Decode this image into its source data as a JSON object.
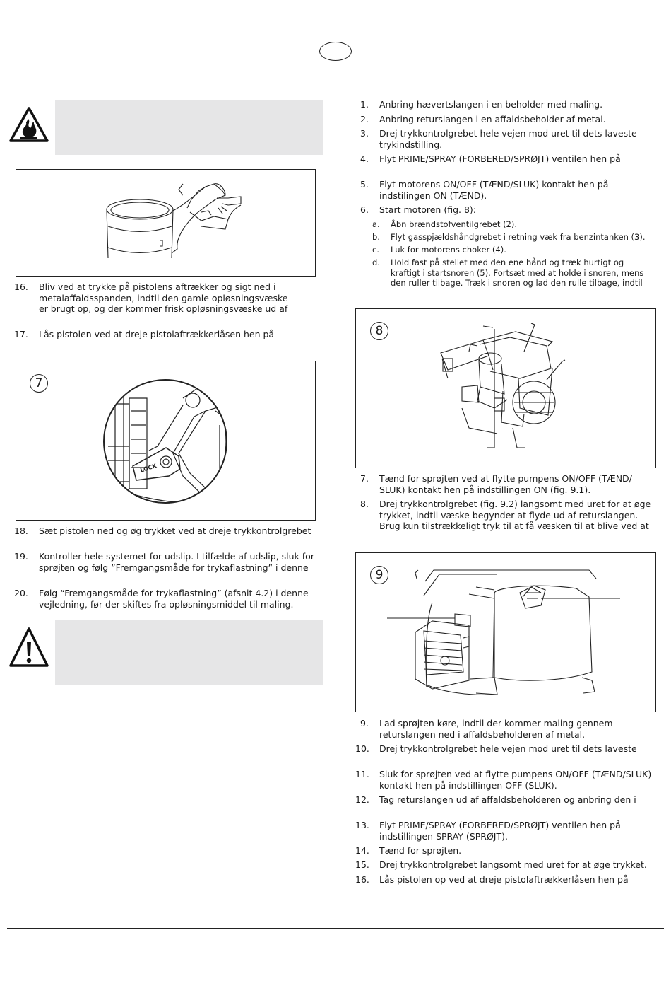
{
  "left_column": {
    "items": [
      {
        "num": "16.",
        "lines": [
          "Bliv ved at trykke på pistolens aftrækker og sigt ned i",
          "metalaffaldsspanden, indtil den gamle opløsningsvæske",
          "er brugt op, og der kommer frisk opløsningsvæske ud af"
        ]
      },
      {
        "num": "17.",
        "lines": [
          "Lås pistolen ved at dreje pistolaftrækkerlåsen hen på"
        ]
      },
      {
        "num": "18.",
        "lines": [
          "Sæt pistolen ned og øg trykket ved at dreje trykkontrolgrebet"
        ]
      },
      {
        "num": "19.",
        "lines": [
          "Kontroller hele systemet for udslip. I tilfælde af udslip, sluk for",
          "sprøjten og følg ”Fremgangsmåde for trykaflastning” i denne"
        ]
      },
      {
        "num": "20.",
        "lines": [
          "Følg “Fremgangsmåde for trykaflastning” (afsnit 4.2) i denne",
          "vejledning, før der skiftes fra opløsningsmiddel til maling."
        ]
      }
    ],
    "figure7_label": "7",
    "lock_text": "LOCK"
  },
  "right_column": {
    "items_a": [
      {
        "num": "1.",
        "lines": [
          "Anbring hævertslangen i en beholder med maling."
        ]
      },
      {
        "num": "2.",
        "lines": [
          "Anbring returslangen i en affaldsbeholder af metal."
        ]
      },
      {
        "num": "3.",
        "lines": [
          "Drej trykkontrolgrebet hele vejen mod uret til dets laveste",
          "trykindstilling."
        ]
      },
      {
        "num": "4.",
        "lines": [
          "Flyt PRIME/SPRAY (FORBERED/SPRØJT) ventilen hen på"
        ]
      },
      {
        "num": "5.",
        "lines": [
          "Flyt motorens ON/OFF (TÆND/SLUK) kontakt hen på",
          "indstilingen ON (TÆND)."
        ]
      },
      {
        "num": "6.",
        "lines": [
          "Start motoren (fig. 8):"
        ]
      }
    ],
    "subitems": [
      {
        "num": "a.",
        "lines": [
          "Åbn brændstofventilgrebet (2)."
        ]
      },
      {
        "num": "b.",
        "lines": [
          "Flyt gasspjældshåndgrebet i retning væk fra benzintanken (3)."
        ]
      },
      {
        "num": "c.",
        "lines": [
          "Luk for motorens choker (4)."
        ]
      },
      {
        "num": "d.",
        "lines": [
          "Hold fast på stellet med den ene hånd og træk hurtigt og",
          "kraftigt i startsnoren (5). Fortsæt med at holde i snoren, mens",
          "den ruller tilbage. Træk i snoren og lad den rulle tilbage, indtil"
        ]
      }
    ],
    "figure8_label": "8",
    "items_b": [
      {
        "num": "7.",
        "lines": [
          "Tænd for sprøjten ved at flytte pumpens ON/OFF (TÆND/",
          "SLUK) kontakt hen på indstillingen ON (fig. 9.1)."
        ]
      },
      {
        "num": "8.",
        "lines": [
          "Drej trykkontrolgrebet (fig. 9.2) langsomt med uret for at øge",
          "trykket, indtil væske begynder at flyde ud af returslangen.",
          "Brug kun tilstrækkeligt tryk til at få væsken til at blive ved at"
        ]
      }
    ],
    "figure9_label": "9",
    "items_c": [
      {
        "num": "9.",
        "lines": [
          "Lad sprøjten køre, indtil der kommer maling gennem",
          "returslangen ned i affaldsbeholderen af metal."
        ]
      },
      {
        "num": "10.",
        "lines": [
          "Drej trykkontrolgrebet hele vejen mod uret til dets laveste"
        ]
      },
      {
        "num": "11.",
        "lines": [
          "Sluk for sprøjten ved at flytte pumpens ON/OFF (TÆND/SLUK)",
          "kontakt hen på indstillingen OFF (SLUK)."
        ]
      },
      {
        "num": "12.",
        "lines": [
          "Tag returslangen ud af affaldsbeholderen og anbring den i"
        ]
      },
      {
        "num": "13.",
        "lines": [
          "Flyt PRIME/SPRAY (FORBERED/SPRØJT) ventilen hen på",
          "indstillingen SPRAY (SPRØJT)."
        ]
      },
      {
        "num": "14.",
        "lines": [
          "Tænd for sprøjten."
        ]
      },
      {
        "num": "15.",
        "lines": [
          "Drej trykkontrolgrebet langsomt med uret for at øge trykket."
        ]
      },
      {
        "num": "16.",
        "lines": [
          "Lås pistolen op ved at dreje pistolaftrækkerlåsen hen på"
        ]
      }
    ]
  }
}
